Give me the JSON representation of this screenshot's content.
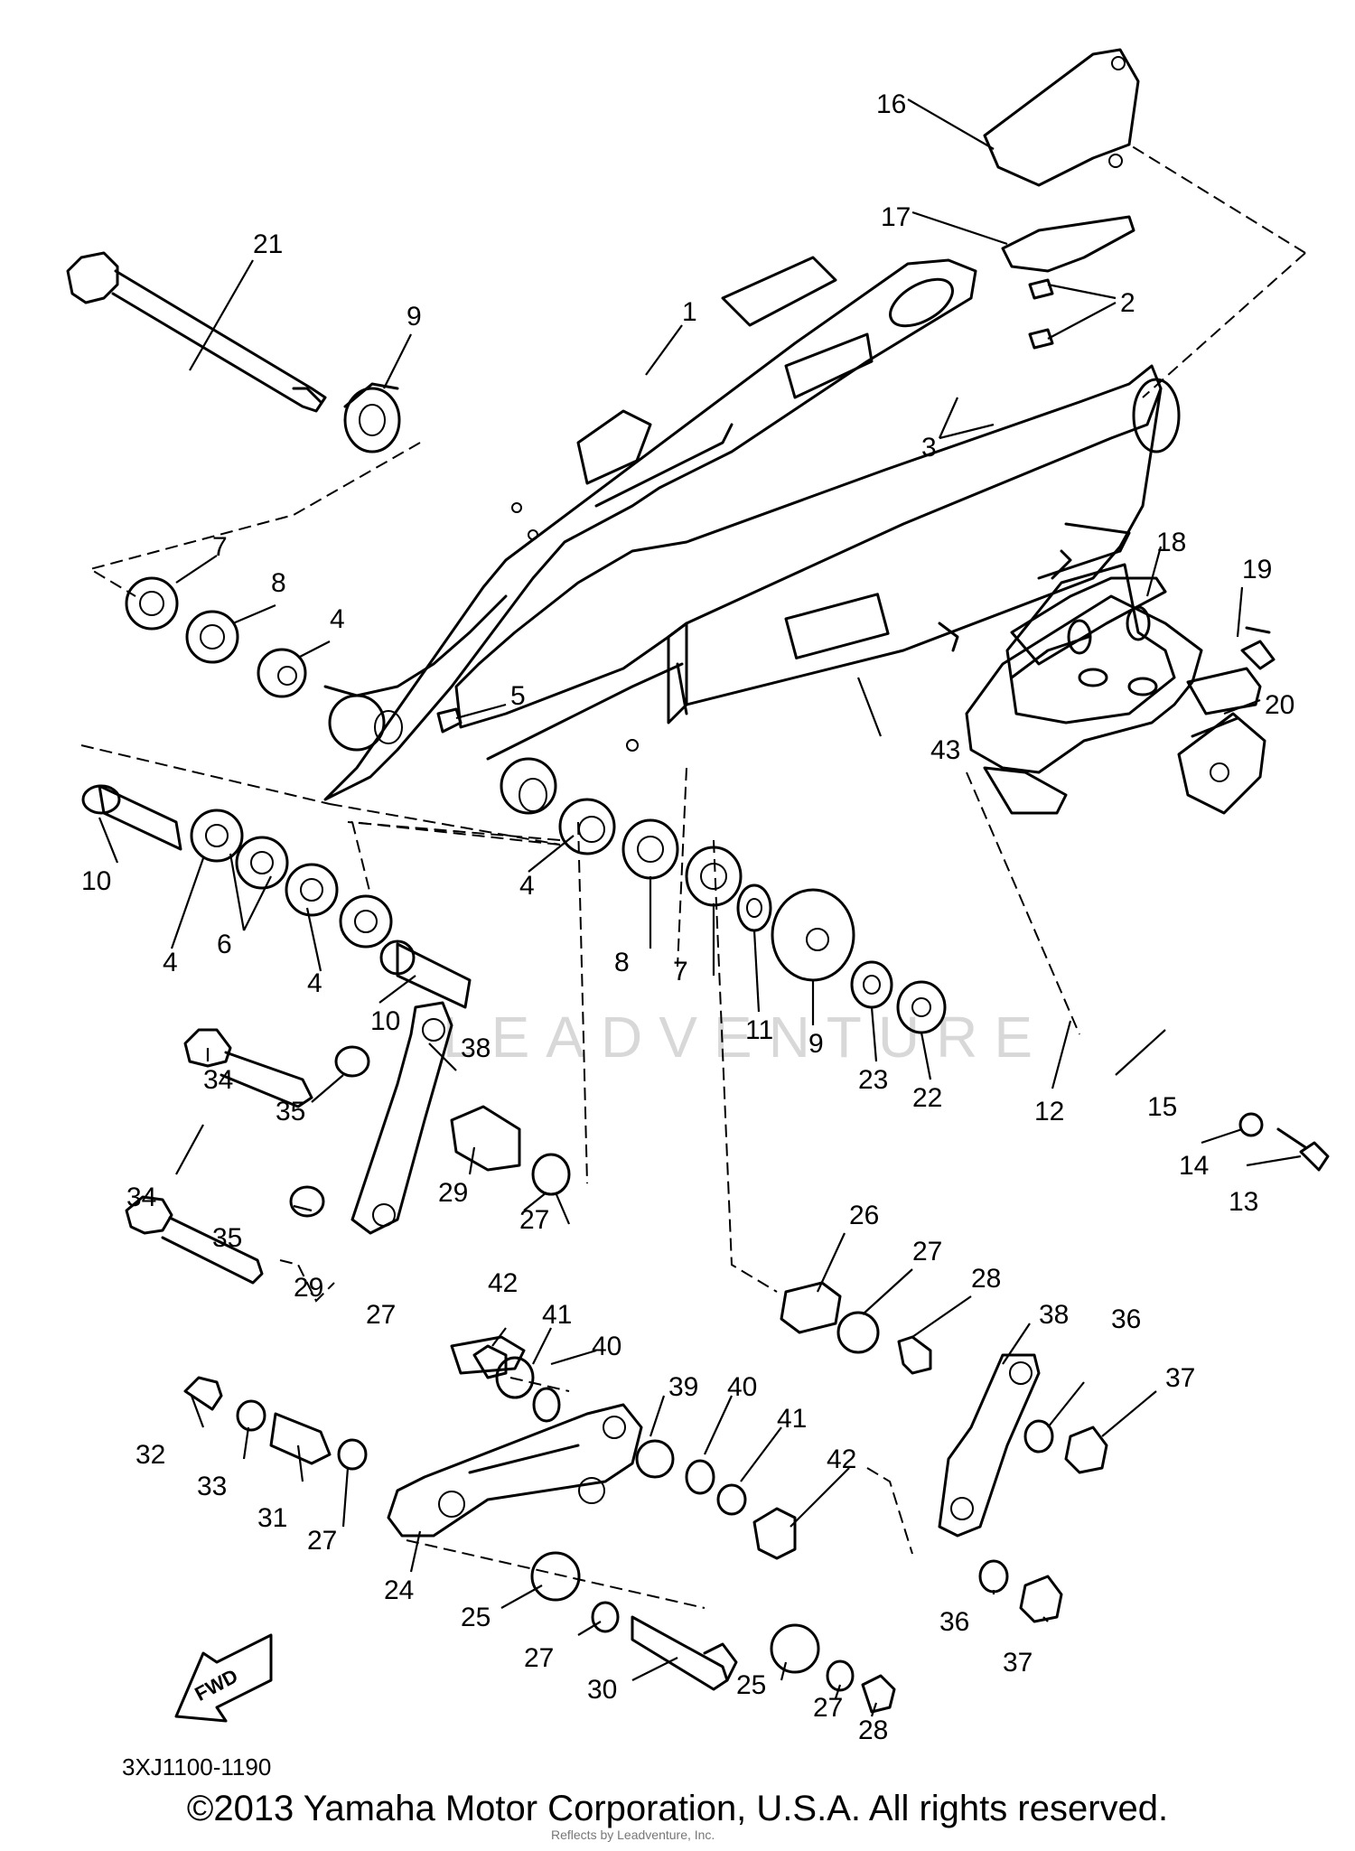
{
  "diagram": {
    "drawing_code": "3XJ1100-1190",
    "watermark": "LEADVENTURE",
    "watermark_credit": "Reflects by Leadventure, Inc.",
    "fwd_label": "FWD",
    "copyright": "©2013 Yamaha Motor Corporation, U.S.A. All rights reserved.",
    "callouts": [
      "1",
      "2",
      "3",
      "4",
      "4",
      "4",
      "4",
      "5",
      "6",
      "7",
      "7",
      "8",
      "8",
      "9",
      "9",
      "10",
      "10",
      "11",
      "12",
      "13",
      "14",
      "15",
      "16",
      "17",
      "18",
      "19",
      "20",
      "21",
      "22",
      "23",
      "24",
      "25",
      "25",
      "26",
      "27",
      "27",
      "27",
      "27",
      "27",
      "27",
      "28",
      "28",
      "29",
      "29",
      "30",
      "31",
      "32",
      "33",
      "34",
      "34",
      "35",
      "35",
      "36",
      "36",
      "37",
      "37",
      "38",
      "38",
      "39",
      "40",
      "40",
      "41",
      "41",
      "42",
      "42",
      "43"
    ]
  }
}
